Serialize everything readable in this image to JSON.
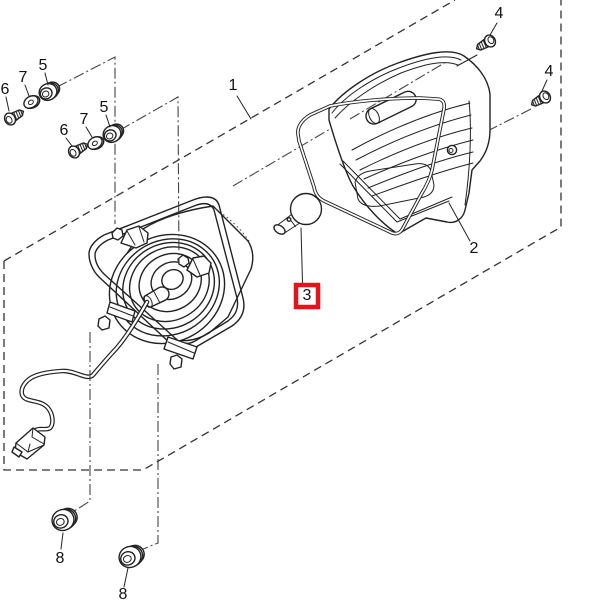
{
  "diagram": {
    "background_color": "#ffffff",
    "line_color": "#222222",
    "highlight": {
      "part_number": "3",
      "box_color": "#e8121a"
    },
    "callouts": {
      "c1": "1",
      "c2": "2",
      "c3": "3",
      "c4a": "4",
      "c4b": "4",
      "c5a": "5",
      "c5b": "5",
      "c6a": "6",
      "c6b": "6",
      "c7a": "7",
      "c7b": "7",
      "c8a": "8",
      "c8b": "8"
    }
  }
}
